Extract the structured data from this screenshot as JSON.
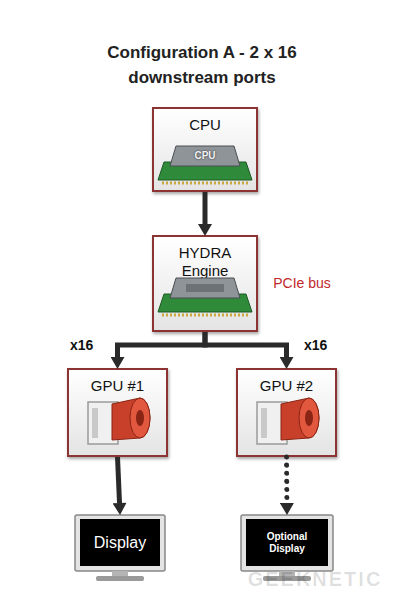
{
  "diagram": {
    "title": "Configuration A - 2 x 16 downstream ports",
    "nodes": [
      {
        "text": [
          "CPU"
        ]
      },
      {
        "text": [
          "HYDRA Engine"
        ]
      },
      {
        "text": [
          "GPU #1"
        ]
      },
      {
        "text": [
          "GPU #2"
        ]
      },
      {
        "text": [
          "Display"
        ]
      },
      {
        "text": [
          "Optional Display"
        ]
      }
    ],
    "edges": [
      {
        "from": 0,
        "to": 1,
        "arrow": "to"
      },
      {
        "from": 1,
        "to": 2,
        "label": "x16",
        "arrow": "to"
      },
      {
        "from": 1,
        "to": 3,
        "label": "x16",
        "arrow": "to"
      },
      {
        "from": 2,
        "to": 4,
        "arrow": "to"
      },
      {
        "from": 3,
        "to": 5,
        "arrow": "to"
      }
    ],
    "labels": [
      "PCIe bus",
      "CPU",
      "GEEKNETIC"
    ]
  }
}
